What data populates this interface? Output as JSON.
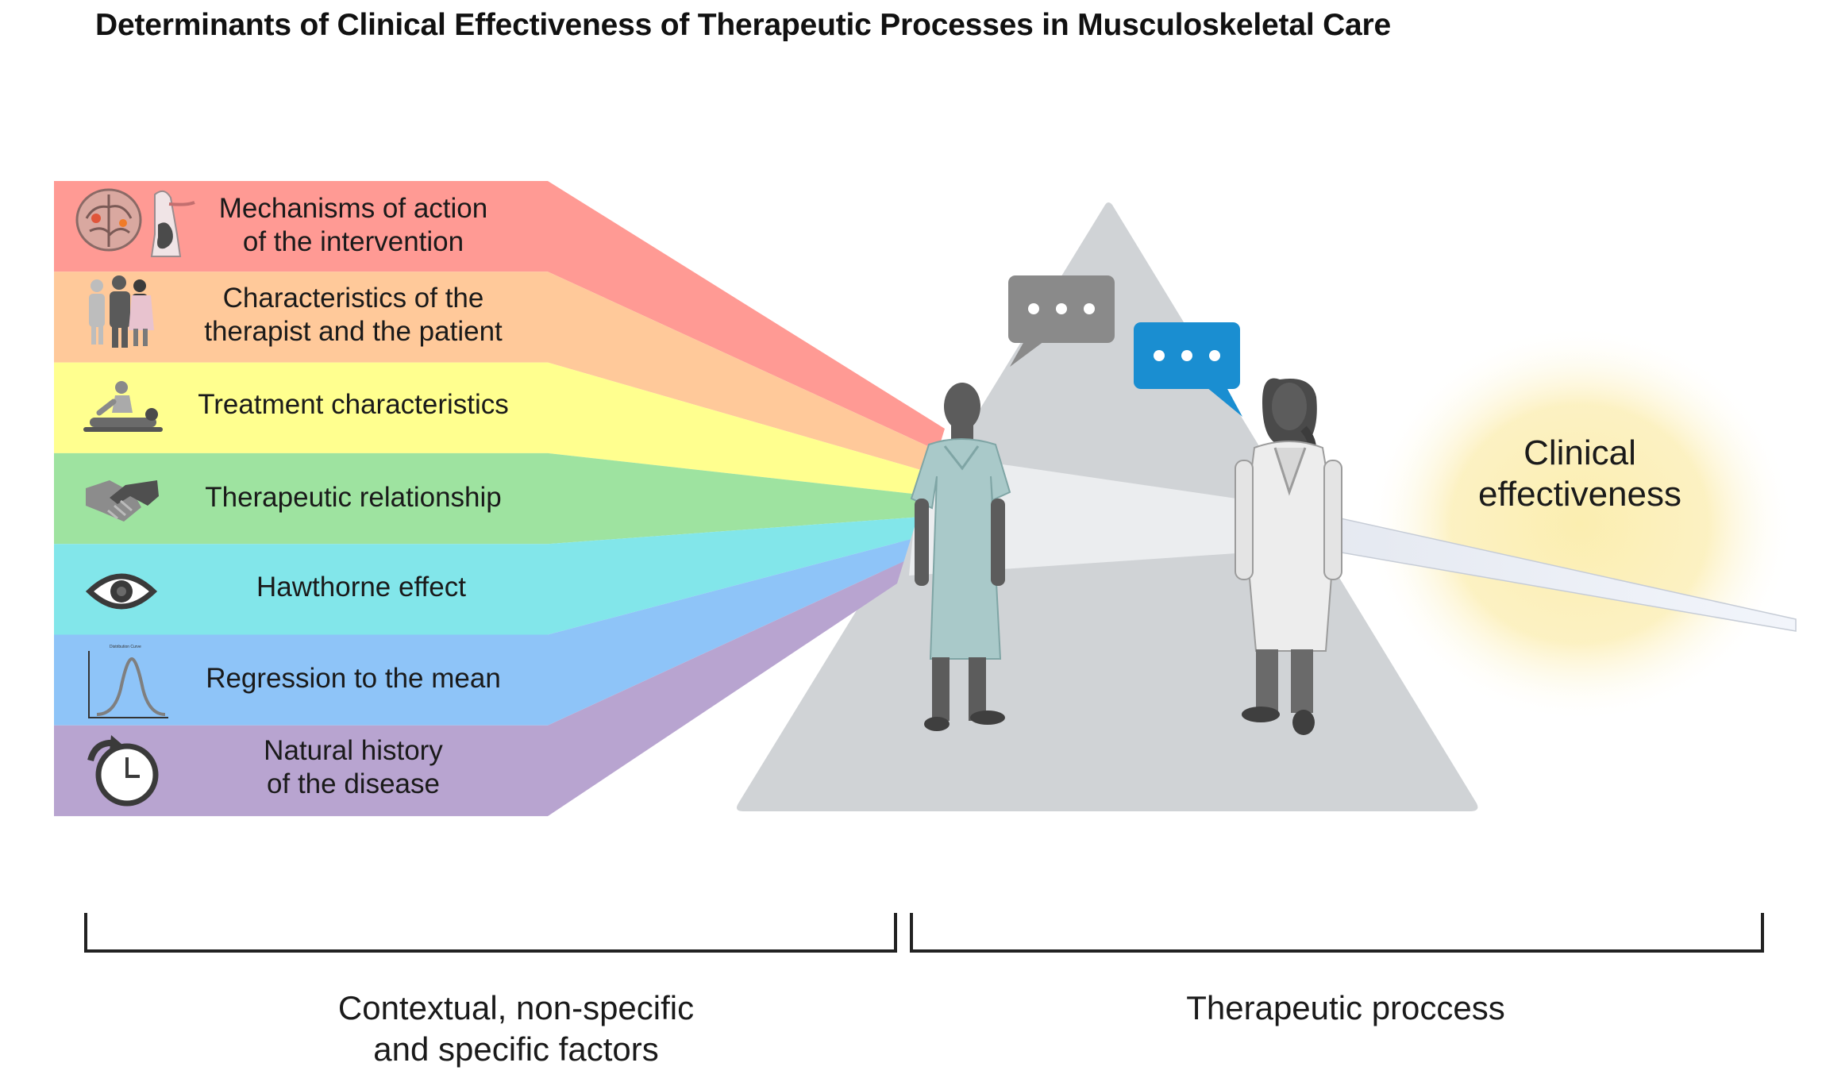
{
  "title": "Determinants of Clinical Effectiveness of Therapeutic Processes in Musculoskeletal Care",
  "factors": [
    {
      "lines": [
        "Mechanisms of action",
        "of the intervention"
      ],
      "color": "#ff9a94",
      "icon": "brain-digestive-organs-icon"
    },
    {
      "lines": [
        "Characteristics of the",
        "therapist and the patient"
      ],
      "color": "#ffc99a",
      "icon": "people-group-icon"
    },
    {
      "lines": [
        "Treatment characteristics"
      ],
      "color": "#ffff8f",
      "icon": "massage-treatment-icon"
    },
    {
      "lines": [
        "Therapeutic relationship"
      ],
      "color": "#9ee3a0",
      "icon": "handshake-icon"
    },
    {
      "lines": [
        "Hawthorne effect"
      ],
      "color": "#82e6ea",
      "icon": "eye-icon"
    },
    {
      "lines": [
        "Regression to the mean"
      ],
      "color": "#8ec4f8",
      "icon": "distribution-curve-icon"
    },
    {
      "lines": [
        "Natural history",
        "of the disease"
      ],
      "color": "#b8a4d0",
      "icon": "clock-icon"
    }
  ],
  "curve_caption": "Distribution Curve",
  "result": {
    "lines": [
      "Clinical",
      "effectiveness"
    ],
    "glow_color": "#fbeeb0"
  },
  "brackets": [
    {
      "lines": [
        "Contextual, non-specific",
        "and specific factors"
      ]
    },
    {
      "lines": [
        "Therapeutic proccess"
      ]
    }
  ],
  "figures": {
    "patient": "patient-in-gown-icon",
    "therapist": "therapist-in-coat-icon",
    "speech_gray": "speech-bubble-gray-icon",
    "speech_blue": "speech-bubble-blue-icon",
    "speech_blue_color": "#1a8ed1",
    "prism_color": "#d0d3d6"
  }
}
